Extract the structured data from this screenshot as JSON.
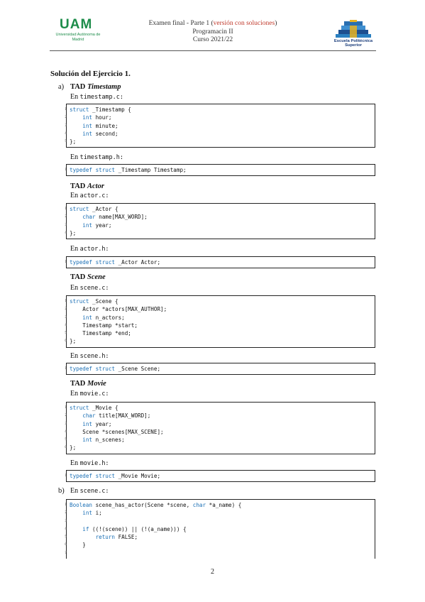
{
  "header": {
    "uam_name": "UAM",
    "uam_sub": "Universidad Autónoma de Madrid",
    "line1_pre": "Examen final - Parte 1 (",
    "line1_red": "versión con soluciones",
    "line1_post": ")",
    "line2": "Programacin II",
    "line3": "Curso 2021/22",
    "eps_name": "Escuela Politécnica Superior"
  },
  "title": "Solución del Ejercicio 1.",
  "markers": {
    "a": "a)",
    "b": "b)"
  },
  "sections": {
    "timestamp": {
      "tad": "TAD",
      "name": "Timestamp",
      "en_c": "En",
      "file_c": "timestamp.c:",
      "en_h": "En",
      "file_h": "timestamp.h:"
    },
    "actor": {
      "tad": "TAD",
      "name": "Actor",
      "en_c": "En",
      "file_c": "actor.c:",
      "en_h": "En",
      "file_h": "actor.h:"
    },
    "scene": {
      "tad": "TAD",
      "name": "Scene",
      "en_c": "En",
      "file_c": "scene.c:",
      "en_h": "En",
      "file_h": "scene.h:"
    },
    "movie": {
      "tad": "TAD",
      "name": "Movie",
      "en_c": "En",
      "file_c": "movie.c:",
      "en_h": "En",
      "file_h": "movie.h:"
    },
    "b": {
      "en_c": "En",
      "file_c": "scene.c:"
    }
  },
  "code": {
    "timestamp_c": [
      {
        "n": "1",
        "k": "struct",
        "r": " _Timestamp {"
      },
      {
        "n": "2",
        "k": "    int",
        "r": " hour;"
      },
      {
        "n": "3",
        "k": "    int",
        "r": " minute;"
      },
      {
        "n": "4",
        "k": "    int",
        "r": " second;"
      },
      {
        "n": "5",
        "k": "",
        "r": "};"
      }
    ],
    "timestamp_h": [
      {
        "n": "1",
        "k": "typedef struct",
        "r": " _Timestamp Timestamp;"
      }
    ],
    "actor_c": [
      {
        "n": "1",
        "k": "struct",
        "r": " _Actor {"
      },
      {
        "n": "2",
        "k": "    char",
        "r": " name[MAX_WORD];"
      },
      {
        "n": "3",
        "k": "    int",
        "r": " year;"
      },
      {
        "n": "4",
        "k": "",
        "r": "};"
      }
    ],
    "actor_h": [
      {
        "n": "1",
        "k": "typedef struct",
        "r": " _Actor Actor;"
      }
    ],
    "scene_c": [
      {
        "n": "1",
        "k": "struct",
        "r": " _Scene {"
      },
      {
        "n": "2",
        "k": "",
        "r": "    Actor *actors[MAX_AUTHOR];"
      },
      {
        "n": "3",
        "k": "    int",
        "r": " n_actors;"
      },
      {
        "n": "4",
        "k": "",
        "r": "    Timestamp *start;"
      },
      {
        "n": "5",
        "k": "",
        "r": "    Timestamp *end;"
      },
      {
        "n": "6",
        "k": "",
        "r": "};"
      }
    ],
    "scene_h": [
      {
        "n": "1",
        "k": "typedef struct",
        "r": " _Scene Scene;"
      }
    ],
    "movie_c": [
      {
        "n": "1",
        "k": "struct",
        "r": " _Movie {"
      },
      {
        "n": "2",
        "k": "    char",
        "r": " title[MAX_WORD];"
      },
      {
        "n": "3",
        "k": "    int",
        "r": " year;"
      },
      {
        "n": "4",
        "k": "",
        "r": "    Scene *scenes[MAX_SCENE];"
      },
      {
        "n": "5",
        "k": "    int",
        "r": " n_scenes;"
      },
      {
        "n": "6",
        "k": "",
        "r": "};"
      }
    ],
    "movie_h": [
      {
        "n": "1",
        "k": "typedef struct",
        "r": " _Movie Movie;"
      }
    ],
    "b_scene_c": [
      {
        "n": "1",
        "k": "Boolean",
        "r": " scene_has_actor(Scene *scene, ",
        "k2": "char",
        "r2": " *a_name) {"
      },
      {
        "n": "2",
        "k": "    int",
        "r": " i;"
      },
      {
        "n": "3",
        "k": "",
        "r": ""
      },
      {
        "n": "4",
        "k": "    if",
        "r": " ((!(scene)) || (!(a_name))) {"
      },
      {
        "n": "5",
        "k": "        return",
        "r": " FALSE;"
      },
      {
        "n": "6",
        "k": "",
        "r": "    }"
      },
      {
        "n": "7",
        "k": "",
        "r": ""
      }
    ]
  },
  "page_number": "2"
}
